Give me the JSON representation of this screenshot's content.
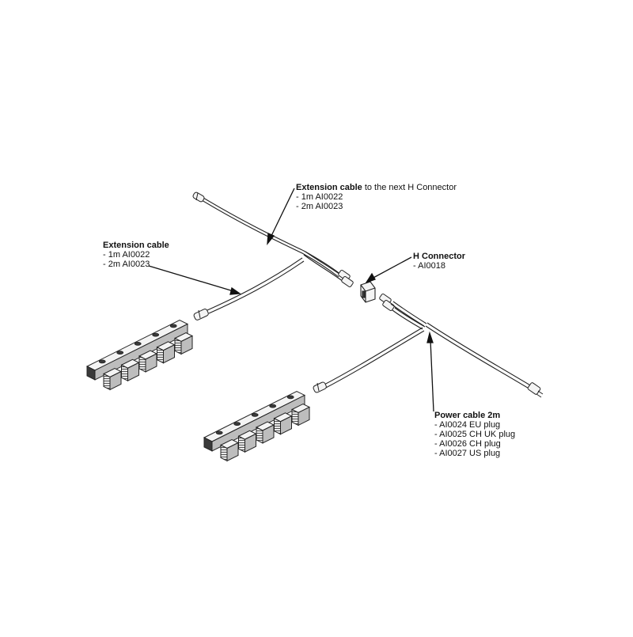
{
  "labels": {
    "extension_to_next": {
      "title": "Extension cable",
      "suffix": " to the next H Connector",
      "items": [
        "1m AI0022",
        "2m AI0023"
      ]
    },
    "extension": {
      "title": "Extension cable",
      "items": [
        "1m AI0022",
        "2m AI0023"
      ]
    },
    "h_connector": {
      "title": "H Connector",
      "items": [
        "AI0018"
      ]
    },
    "power_cable": {
      "title": "Power cable 2m",
      "items": [
        "AI0024 EU plug",
        "AI0025 CH UK plug",
        "AI0026 CH plug",
        "AI0027 US plug"
      ]
    }
  },
  "colors": {
    "stroke": "#222222",
    "fill_light": "#f4f4f4",
    "fill_mid": "#bdbdbd",
    "fill_dark": "#3a3a3a"
  }
}
